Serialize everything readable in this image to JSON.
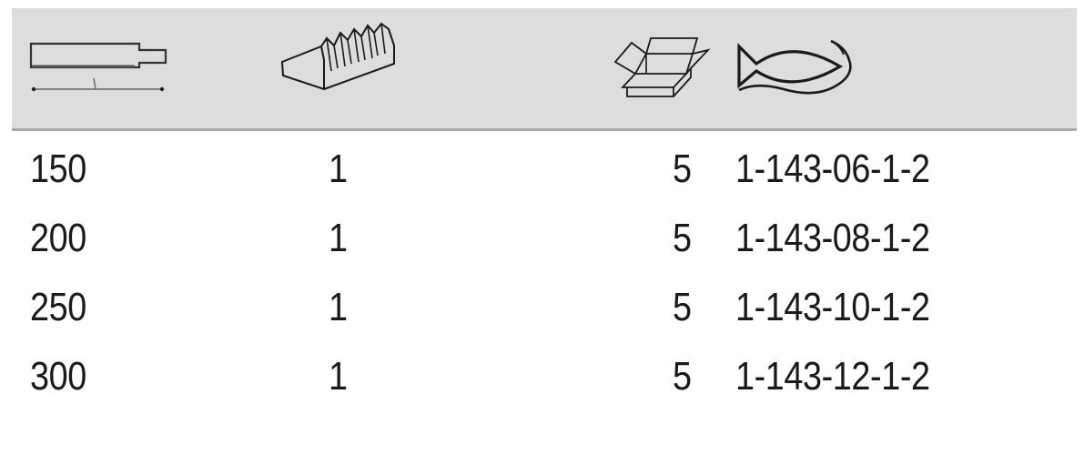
{
  "table": {
    "header": {
      "background_color": "#dddddd",
      "rule_color": "#a9a9a9",
      "columns": [
        {
          "key": "length",
          "icon": "file-length-icon"
        },
        {
          "key": "qty",
          "icon": "rasp-cut-icon"
        },
        {
          "key": "pack",
          "icon": "open-box-icon"
        },
        {
          "key": "code",
          "icon": "fish-logo-icon"
        }
      ]
    },
    "rows": [
      {
        "length": "150",
        "qty": "1",
        "pack": "5",
        "code": "1-143-06-1-2"
      },
      {
        "length": "200",
        "qty": "1",
        "pack": "5",
        "code": "1-143-08-1-2"
      },
      {
        "length": "250",
        "qty": "1",
        "pack": "5",
        "code": "1-143-10-1-2"
      },
      {
        "length": "300",
        "qty": "1",
        "pack": "5",
        "code": "1-143-12-1-2"
      }
    ]
  }
}
